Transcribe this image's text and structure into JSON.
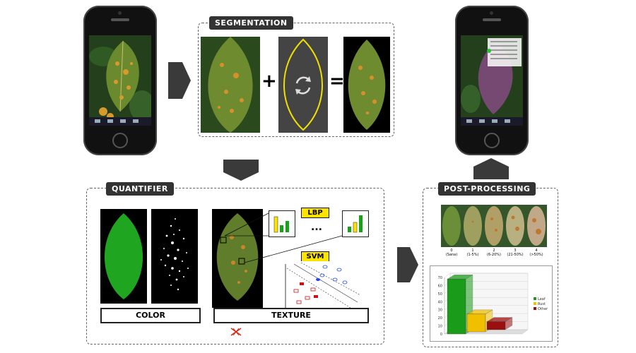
{
  "segmentation": {
    "title": "SEGMENTATION",
    "plus": "+",
    "equals": "="
  },
  "quantifier": {
    "title": "QUANTIFIER",
    "color_label": "COLOR",
    "texture_label": "TEXTURE",
    "lbp_label": "LBP",
    "svm_label": "SVM",
    "ellipsis": "..."
  },
  "postprocessing": {
    "title": "POST-PROCESSING",
    "severity_classes": [
      {
        "num": "0",
        "range": "(Sana)"
      },
      {
        "num": "1",
        "range": "(1-5%)"
      },
      {
        "num": "2",
        "range": "(6-20%)"
      },
      {
        "num": "3",
        "range": "(21-50%)"
      },
      {
        "num": "4",
        "range": "(>50%)"
      }
    ]
  },
  "chart_data": {
    "type": "bar",
    "categories": [
      "Leaf",
      "Rust",
      "Other"
    ],
    "series": [
      {
        "values": [
          68,
          22,
          10
        ]
      }
    ],
    "yticks": [
      0,
      10,
      20,
      30,
      40,
      50,
      60,
      70
    ],
    "ylim": [
      0,
      70
    ],
    "legend": [
      "Leaf",
      "Rust",
      "Other"
    ],
    "colors": [
      "#1a9c1a",
      "#f0c000",
      "#9a1010"
    ],
    "legend_position": "right"
  },
  "colors": {
    "leaf_green": "#1fa51f",
    "tag_bg": "#333333",
    "highlight_yellow": "#ffe400",
    "arrow_gray": "#3a3a3a"
  }
}
